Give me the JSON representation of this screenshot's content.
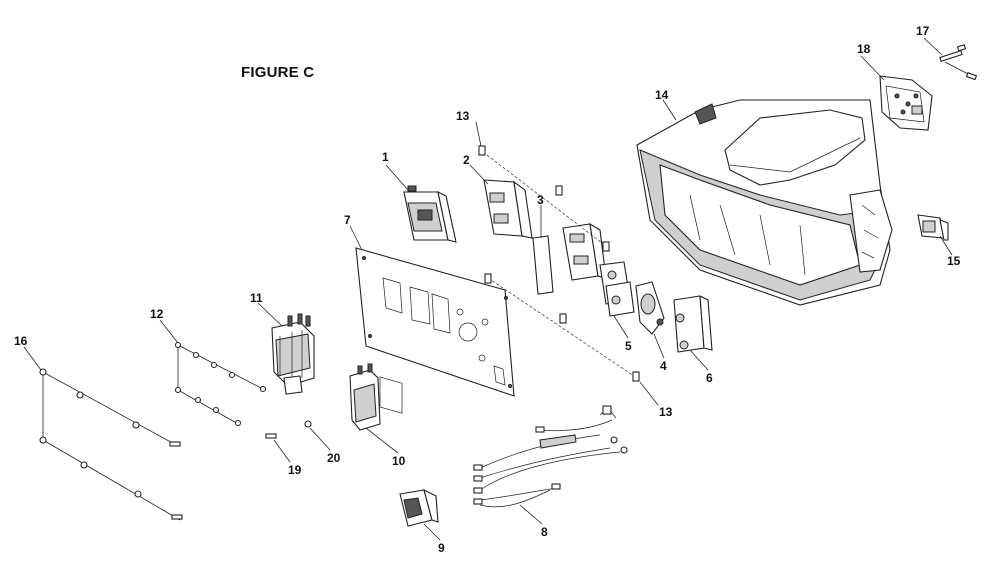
{
  "figure": {
    "title": "FIGURE C"
  },
  "callouts": {
    "c1": "1",
    "c2": "2",
    "c3": "3",
    "c4": "4",
    "c5": "5",
    "c6": "6",
    "c7": "7",
    "c8": "8",
    "c9": "9",
    "c10": "10",
    "c11": "11",
    "c12": "12",
    "c13a": "13",
    "c13b": "13",
    "c14": "14",
    "c15": "15",
    "c16": "16",
    "c17": "17",
    "c18": "18",
    "c19": "19",
    "c20": "20"
  }
}
